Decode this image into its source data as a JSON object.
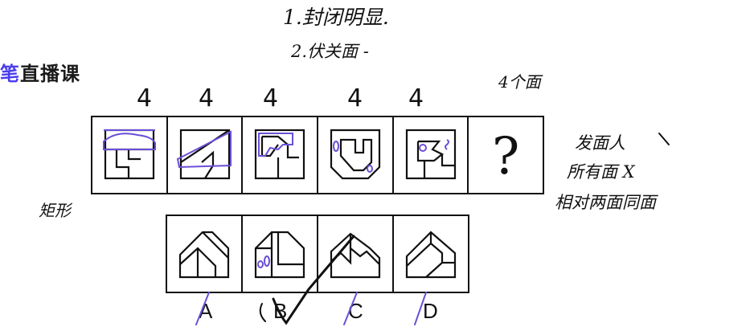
{
  "brand": {
    "accent": "笔",
    "rest": "直播课"
  },
  "notes": {
    "line1": "1.封闭明显.",
    "line2": "2.伏关面 -",
    "right1": "发面人",
    "right2": "所有面 X",
    "right3": "相对两面同面",
    "left": "矩形",
    "face_count": "4个面"
  },
  "counts": [
    "4",
    "4",
    "4",
    "4",
    "4"
  ],
  "question": {
    "mark": "?"
  },
  "options": [
    "A",
    "B",
    "C",
    "D"
  ],
  "colors": {
    "ink": "#111111",
    "marker": "#6b4fd6",
    "brand_accent": "#4a3df0"
  }
}
